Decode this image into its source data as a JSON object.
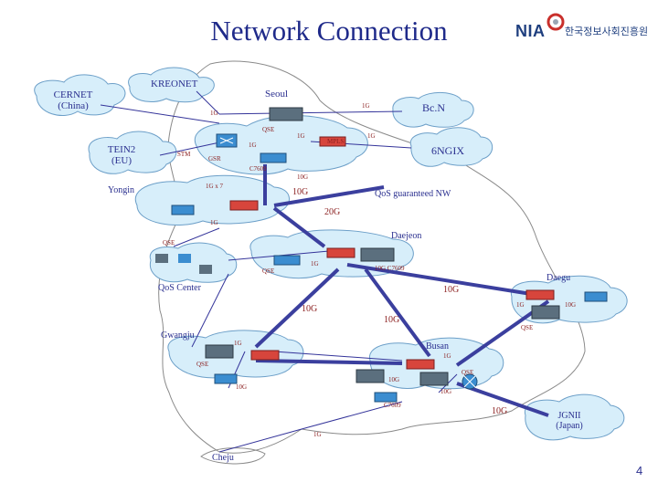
{
  "title": "Network Connection",
  "logo": {
    "brand": "NIA",
    "korean": "한국정보사회진흥원"
  },
  "colors": {
    "title": "#1f2a8a",
    "cloud": "#d7eefa",
    "cloud_stroke": "#6c9fc8",
    "link": "#34349a",
    "thick_link": "#3b3f9e",
    "router": "#3b8dd0",
    "switch_box": "#5b6f7e",
    "highlight_router": "#d7453c"
  },
  "nodes": {
    "cernet": "CERNET (China)",
    "kreonet": "KREONET",
    "seoul": "Seoul",
    "bcn": "Bc.N",
    "tein2": "TEIN2 (EU)",
    "ngix": "6NGIX",
    "yongin": "Yongin",
    "qos_nw": "QoS guaranteed NW",
    "daejeon": "Daejeon",
    "qos_center": "QoS Center",
    "daegu": "Daegu",
    "gwangju": "Gwangju",
    "busan": "Busan",
    "jgnii": "JGNII (Japan)",
    "cheju": "Cheju"
  },
  "link_labels": {
    "seoul_bcn": "1G",
    "kreonet_1g": "1G",
    "gsr_1g_a": "1G",
    "gsr_1g_b": "1G",
    "mpls_1g": "1G",
    "stm": "STM",
    "gsr": "GSR",
    "c7609_seoul": "C7609",
    "qos_seoul": "QSE",
    "ten_g_seoul": "10G",
    "yongin_1g": "1G x 7",
    "yongin_10g": "10G",
    "twenty_g": "20G",
    "one_g_yongin": "1G",
    "qse_daejeon_left": "QSE",
    "daejeon_1g": "1G",
    "daejeon_c7609": "10G C7609",
    "qse_daejeon": "QSE",
    "daegu_10g_left": "10G",
    "daegu_1g": "1G",
    "daegu_10g_right": "10G",
    "daegu_qse": "QSE",
    "qos_10g": "10G",
    "gwangju_10g": "10G",
    "gwangju_1g": "1G",
    "gwangju_qse": "QSE",
    "gwangju_10g_b": "10G",
    "busan_1g": "1G",
    "busan_10g_a": "10G",
    "busan_10g_b": "10G",
    "busan_qse": "QSE",
    "busan_c7609": "C7609",
    "jgn_10g": "10G",
    "cheju_1g": "1G",
    "mpls": "MPLS"
  },
  "page_number": "4"
}
